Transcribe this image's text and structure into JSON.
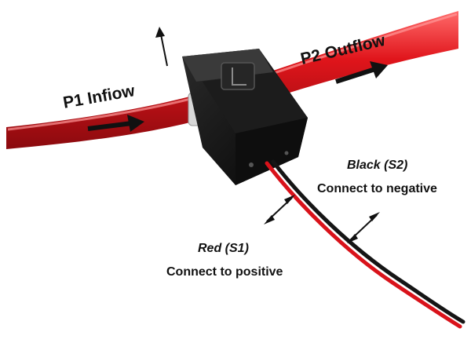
{
  "labels": {
    "p1": "P1 Infiow",
    "p2": "P2 Outflow",
    "black_title": "Black  (S2)",
    "black_desc": "Connect to negative",
    "red_title": "Red  (S1)",
    "red_desc": "Connect to positive"
  },
  "colors": {
    "cable": "#e0151b",
    "sensor_body": "#111111",
    "wire_red": "#d9121a",
    "wire_black": "#151515",
    "text": "#111111"
  },
  "icons": [
    "arrow-right-icon",
    "arrow-up-icon",
    "double-arrow-icon"
  ]
}
